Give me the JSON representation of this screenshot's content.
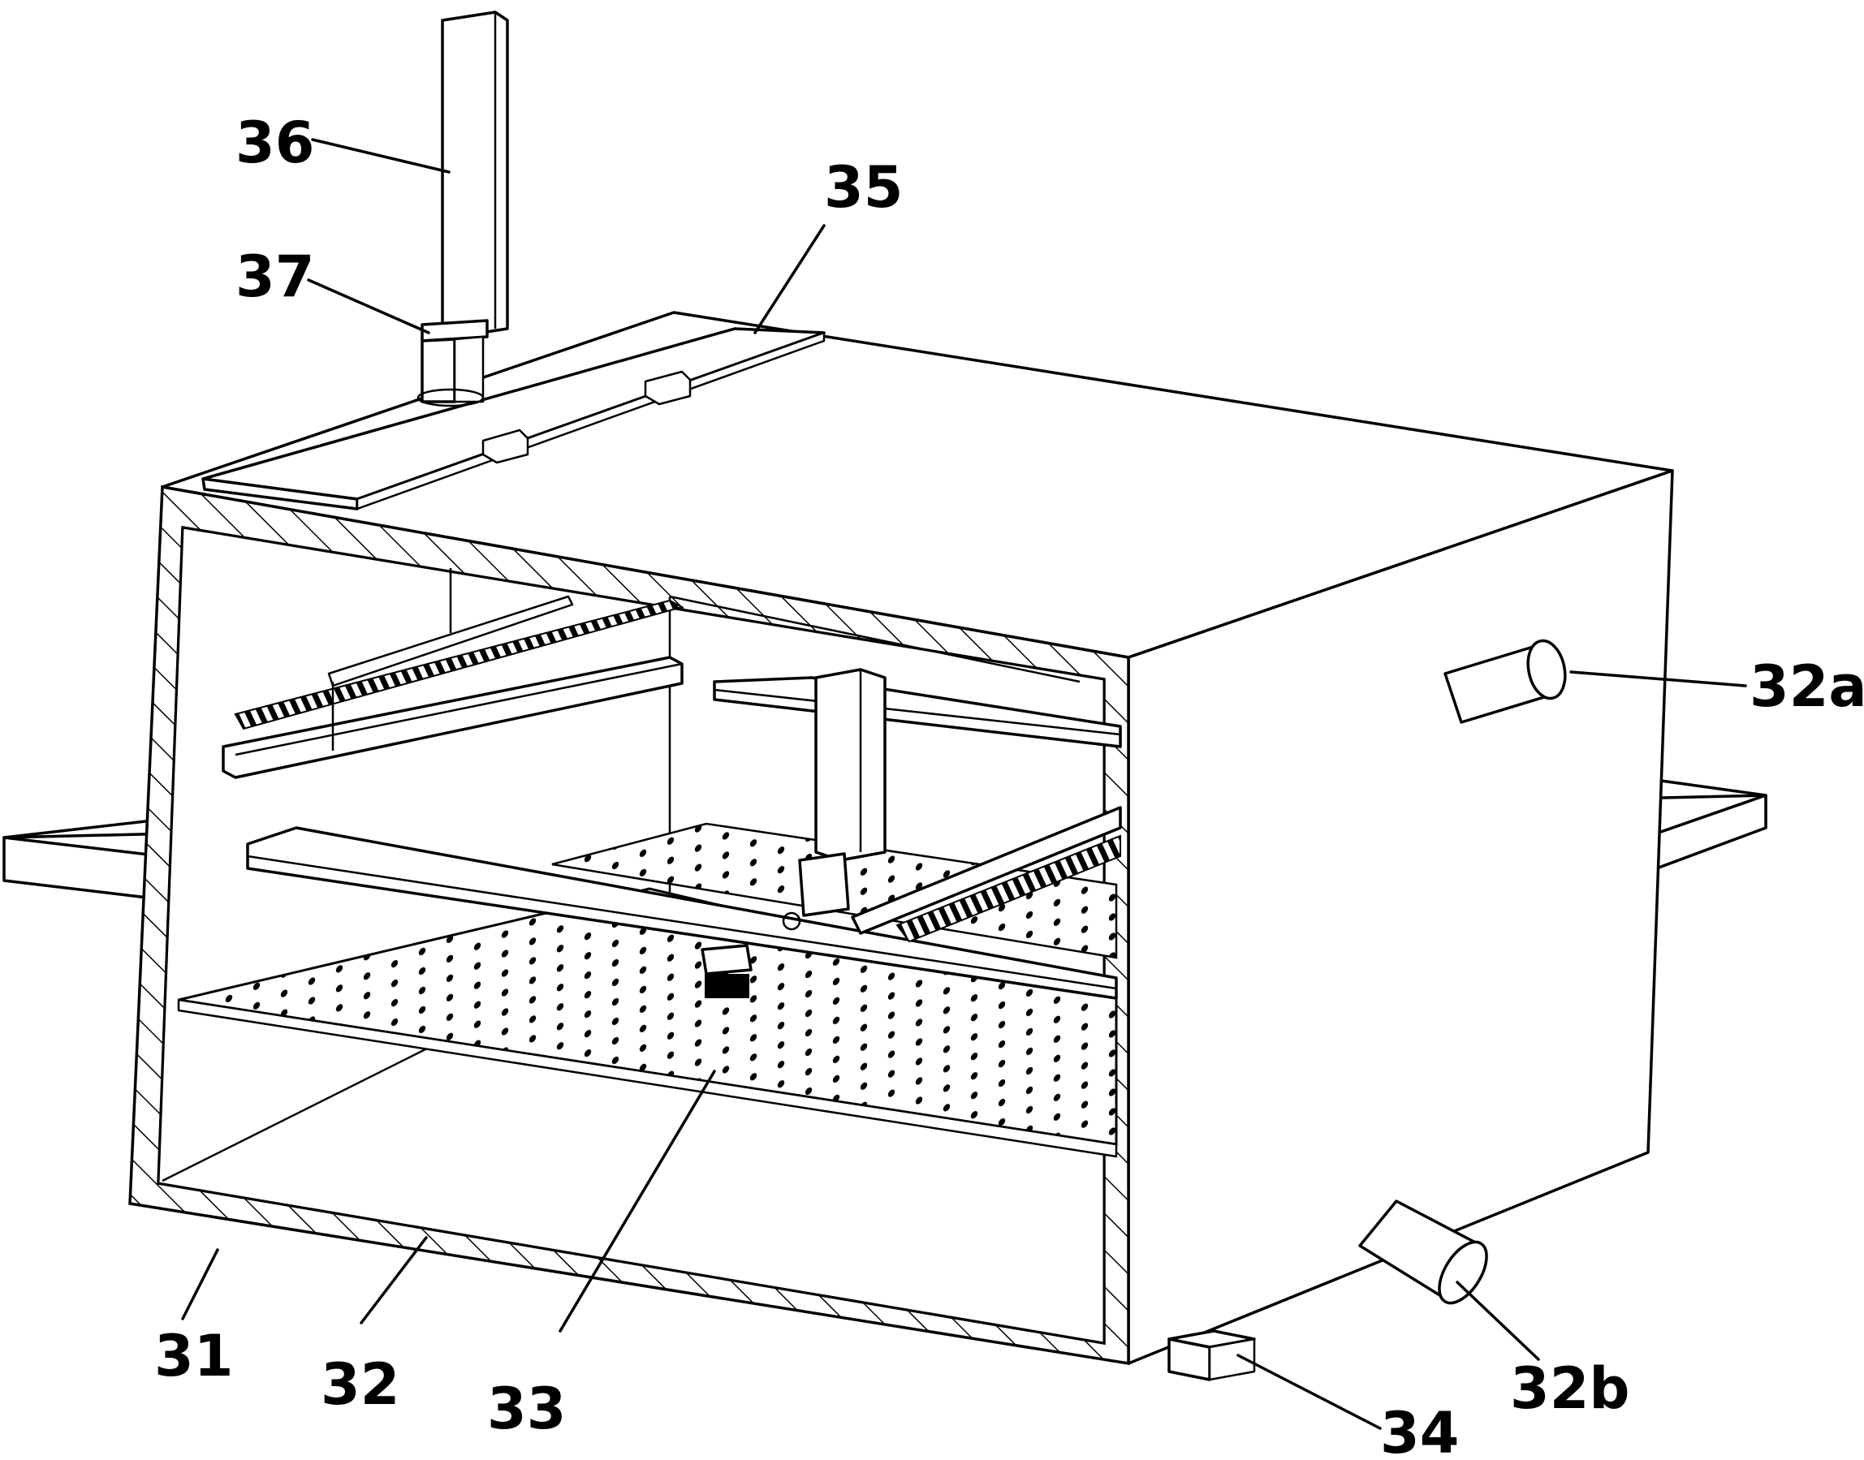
{
  "figure": {
    "labels": {
      "l31": "31",
      "l32": "32",
      "l32a": "32a",
      "l32b": "32b",
      "l33": "33",
      "l34": "34",
      "l35": "35",
      "l36": "36",
      "l37": "37"
    }
  }
}
